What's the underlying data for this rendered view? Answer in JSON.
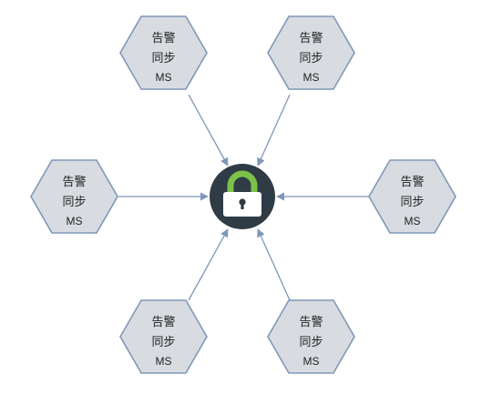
{
  "nodes": [
    {
      "line1": "告警",
      "line2": "同步",
      "line3": "MS"
    },
    {
      "line1": "告警",
      "line2": "同步",
      "line3": "MS"
    },
    {
      "line1": "告警",
      "line2": "同步",
      "line3": "MS"
    },
    {
      "line1": "告警",
      "line2": "同步",
      "line3": "MS"
    },
    {
      "line1": "告警",
      "line2": "同步",
      "line3": "MS"
    },
    {
      "line1": "告警",
      "line2": "同步",
      "line3": "MS"
    }
  ],
  "center": {
    "icon": "lock-icon"
  },
  "colors": {
    "hex_fill": "#d8dce1",
    "hex_stroke": "#7f98b8",
    "arrow": "#7f98b8",
    "lock_circle": "#2f3b45",
    "lock_shackle": "#7cc24a",
    "lock_body": "#ffffff"
  }
}
